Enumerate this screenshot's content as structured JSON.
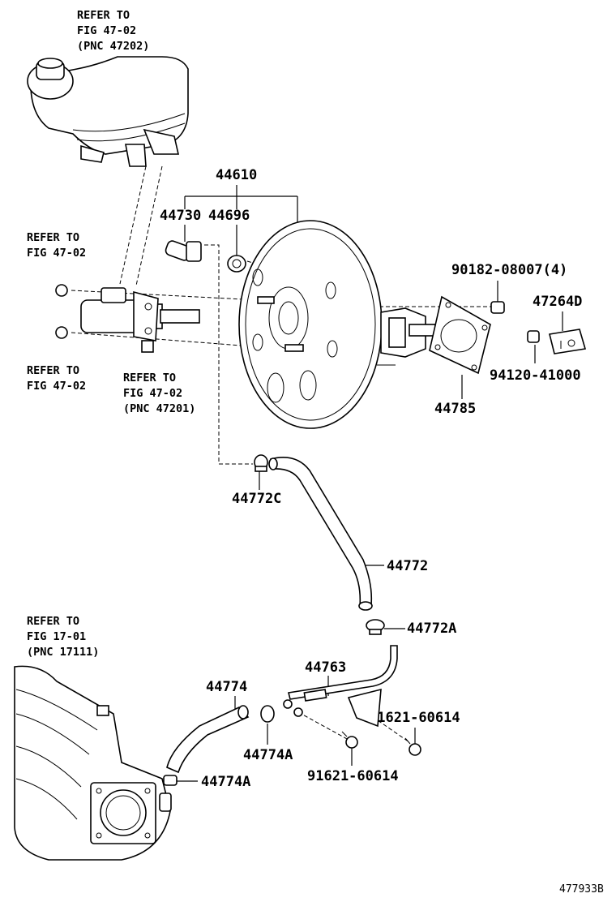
{
  "figure_code": "477933B",
  "references": {
    "reservoir": [
      "REFER TO",
      "FIG 47-02",
      "(PNC 47202)"
    ],
    "left_top": [
      "REFER TO",
      "FIG 47-02"
    ],
    "left_bottom": [
      "REFER TO",
      "FIG 47-02"
    ],
    "master_cyl": [
      "REFER TO",
      "FIG 47-02",
      "(PNC 47201)"
    ],
    "manifold": [
      "REFER TO",
      "FIG 17-01",
      "(PNC 17111)"
    ]
  },
  "parts": {
    "p44610": "44610",
    "p44730": "44730",
    "p44696": "44696",
    "p90182": "90182-08007(4)",
    "p47264D": "47264D",
    "p94120": "94120-41000",
    "p44785": "44785",
    "p44772C": "44772C",
    "p44772": "44772",
    "p44772A": "44772A",
    "p44763": "44763",
    "p91621a": "91621-60614",
    "p91621b": "91621-60614",
    "p44774": "44774",
    "p44774A1": "44774A",
    "p44774A2": "44774A"
  }
}
